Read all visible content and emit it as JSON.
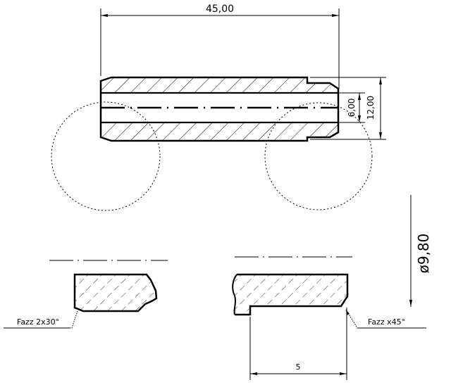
{
  "drawing": {
    "type": "technical-section-drawing",
    "colors": {
      "line": "#000000",
      "background": "#ffffff"
    },
    "dimensions": {
      "overall_length": "45,00",
      "inner_diameter": "6,00",
      "outer_diameter": "12,00",
      "fit_diameter": "ø9,80",
      "step_length": "5"
    },
    "annotations": {
      "left_chamfer": "Fazz 2x30°",
      "right_chamfer": "Fazz  x45°"
    }
  }
}
